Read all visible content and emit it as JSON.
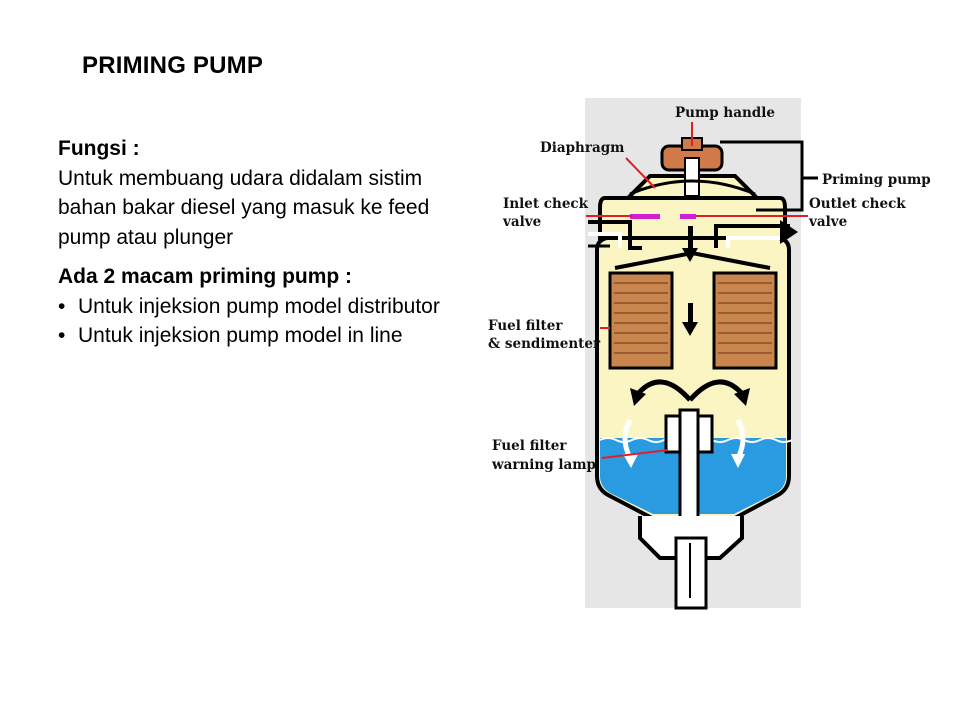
{
  "slide": {
    "title": "PRIMING PUMP",
    "function_heading": "Fungsi :",
    "function_text": "Untuk membuang udara didalam sistim bahan bakar diesel yang masuk ke feed pump atau plunger",
    "types_heading": "Ada 2 macam priming pump :",
    "types": [
      "Untuk injeksion pump model distributor",
      "Untuk injeksion pump model in line"
    ]
  },
  "diagram": {
    "labels": {
      "pump_handle": "Pump handle",
      "diaphragm": "Diaphragm",
      "priming_pump": "Priming pump",
      "inlet_check_1": "Inlet check",
      "inlet_check_2": "valve",
      "outlet_check_1": "Outlet check",
      "outlet_check_2": "valve",
      "fuel_filter_1": "Fuel filter",
      "fuel_filter_2": "& sendimenter",
      "warning_1": "Fuel filter",
      "warning_2": "warning lamp"
    },
    "colors": {
      "background": "#e6e6e6",
      "fuel": "#fbf5c4",
      "filter": "#c8864e",
      "water": "#2a9be0",
      "handle": "#d07a4c",
      "leader_line": "#e02020",
      "valve": "#d020d0"
    }
  }
}
